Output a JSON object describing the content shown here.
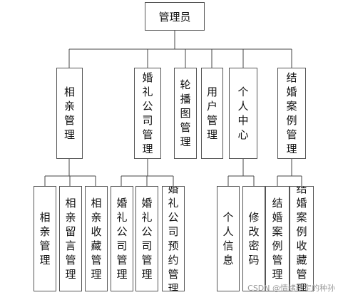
{
  "root": {
    "label": "管理员"
  },
  "modules": [
    {
      "label": "相亲管理"
    },
    {
      "label": "婚礼公司管理"
    },
    {
      "label": "轮播图管理"
    },
    {
      "label": "用户管理"
    },
    {
      "label": "个人中心"
    },
    {
      "label": "结婚案例管理"
    }
  ],
  "submodules": [
    {
      "label": "相亲管理"
    },
    {
      "label": "相亲留言管理"
    },
    {
      "label": "相亲收藏管理"
    },
    {
      "label": "婚礼公司管理"
    },
    {
      "label": "婚礼公司管理"
    },
    {
      "label": "婚礼公司预约管理"
    },
    {
      "label": "个人信息"
    },
    {
      "label": "修改密码"
    },
    {
      "label": "结婚案例管理"
    },
    {
      "label": "结婚案例收藏管理"
    }
  ],
  "watermark": "CSDN @情绪稳定的种孙"
}
